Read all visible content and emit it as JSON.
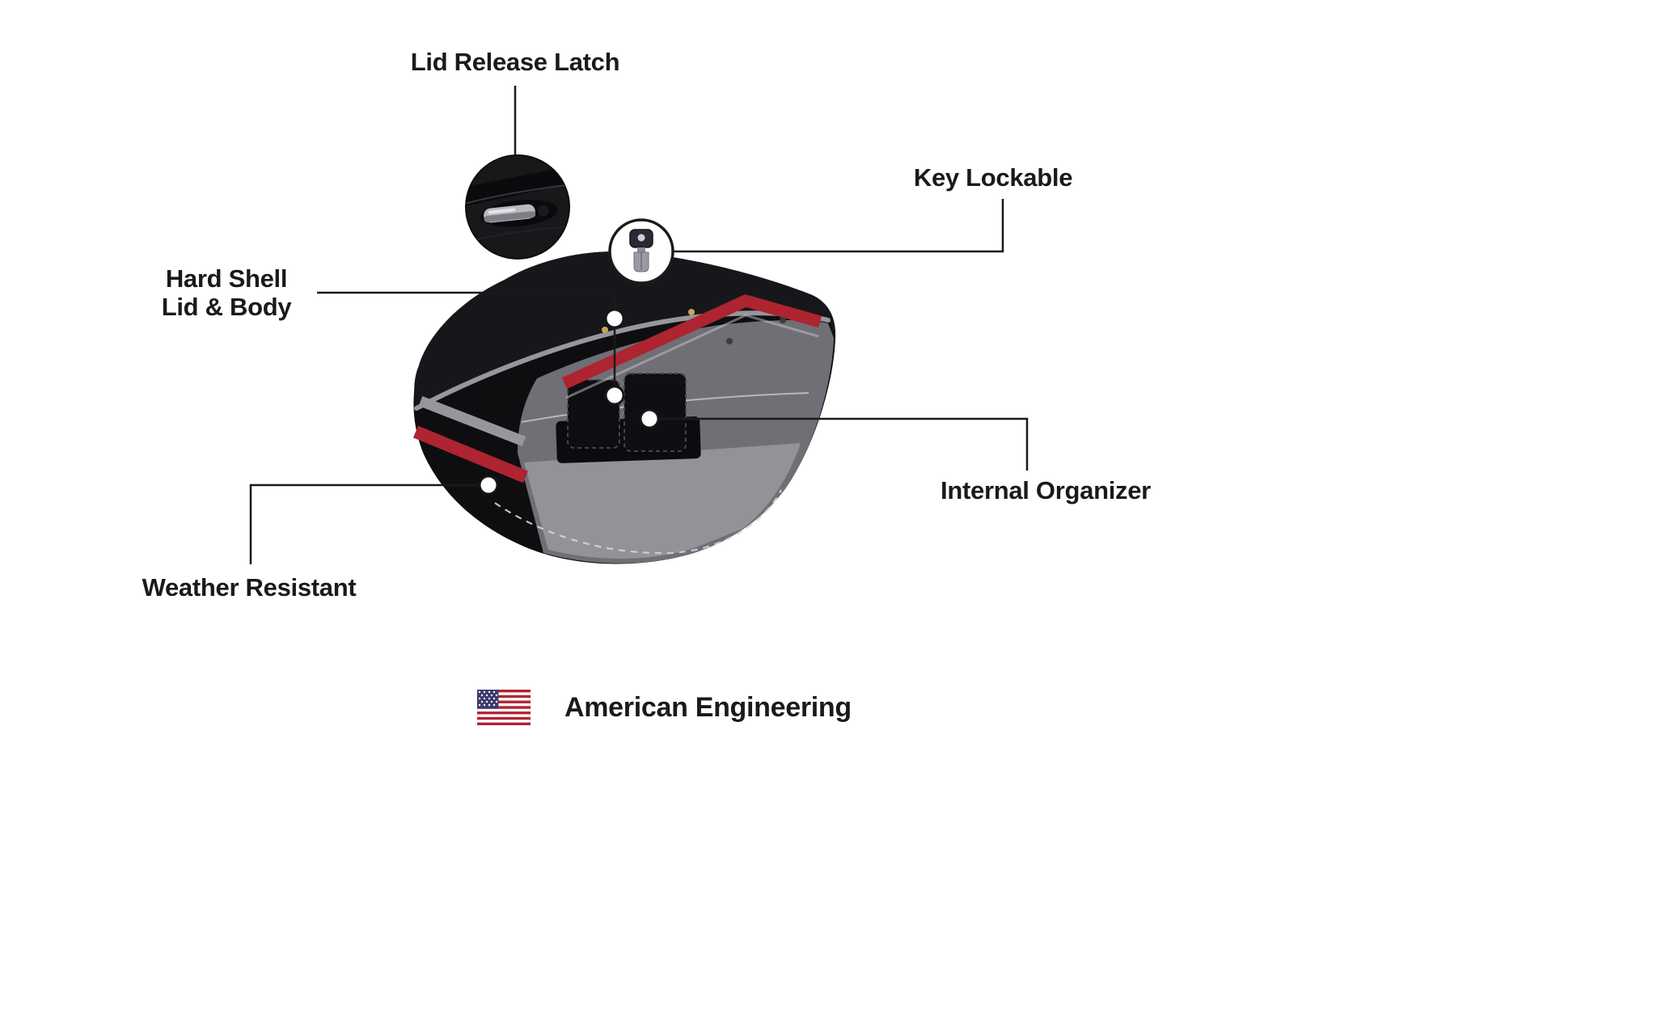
{
  "callouts": {
    "lid_release_latch": {
      "label": "Lid Release Latch"
    },
    "key_lockable": {
      "label": "Key Lockable"
    },
    "hard_shell": {
      "line1": "Hard Shell",
      "line2": "Lid & Body"
    },
    "internal_organizer": {
      "label": "Internal Organizer"
    },
    "weather_resistant": {
      "label": "Weather Resistant"
    }
  },
  "footer": {
    "label": "American Engineering"
  },
  "icons": {
    "latch_inset": "lid-latch-detail-icon",
    "key": "key-icon",
    "flag": "us-flag-icon"
  },
  "colors": {
    "accent_red": "#AE2430",
    "piping_gray": "#96969C",
    "bag_black": "#0E0E11",
    "interior_gray": "#6F6F75",
    "interior_light_gray": "#93939A",
    "text": "#1A1A1A",
    "flag_red": "#B22234",
    "flag_blue": "#3C3B6E",
    "background": "#FFFFFF"
  }
}
